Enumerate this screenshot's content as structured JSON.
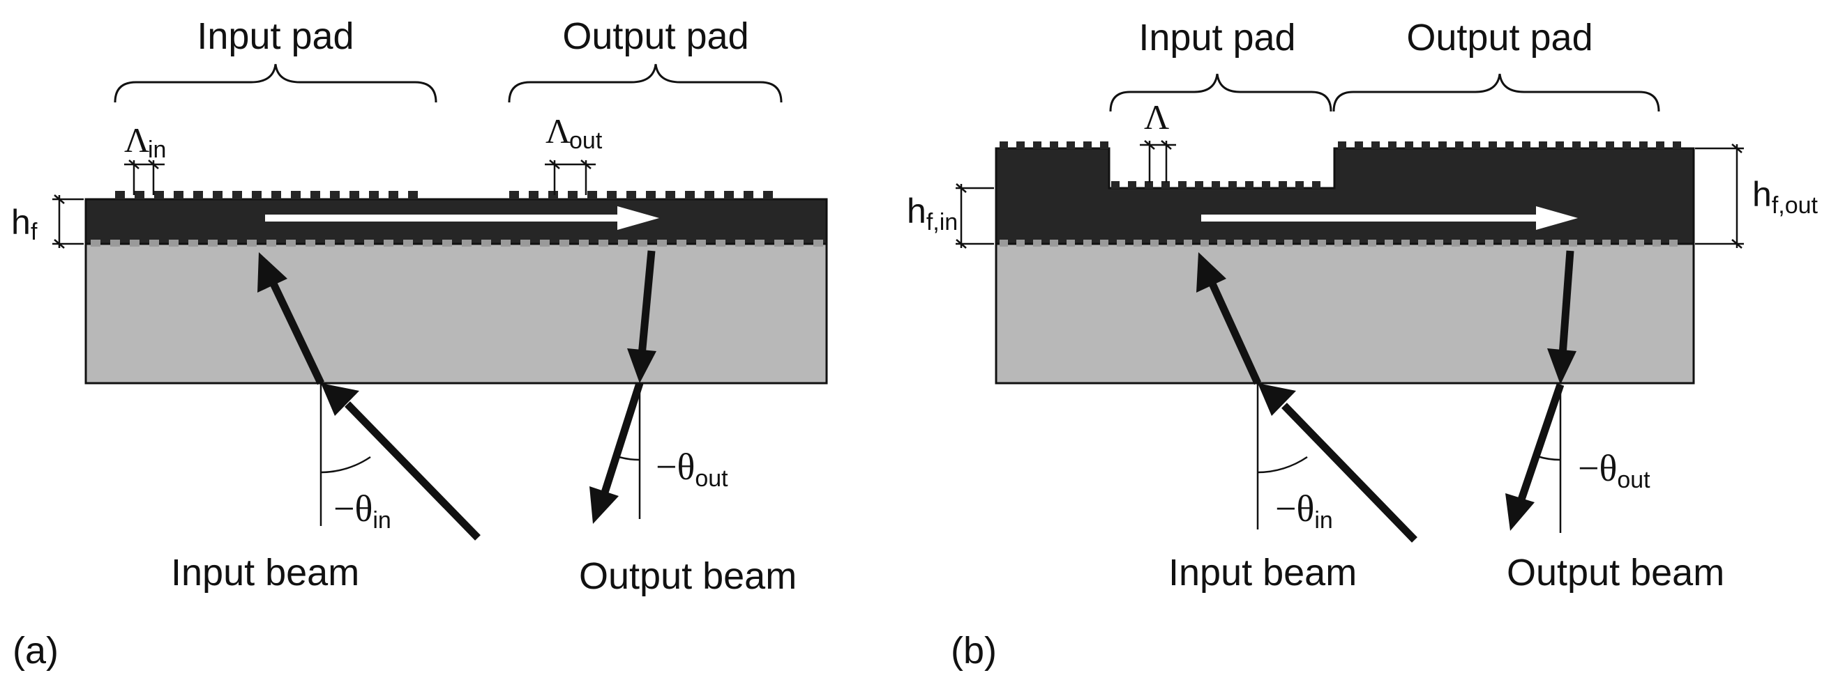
{
  "panel_a": {
    "tag": "(a)",
    "input_pad_label": "Input pad",
    "output_pad_label": "Output pad",
    "period_in_symbol": "Λ",
    "period_in_sub": "in",
    "period_out_symbol": "Λ",
    "period_out_sub": "out",
    "film_height_symbol": "h",
    "film_height_sub": "f",
    "theta_in_prefix": "−θ",
    "theta_in_sub": "in",
    "theta_out_prefix": "−θ",
    "theta_out_sub": "out",
    "input_beam_label": "Input beam",
    "output_beam_label": "Output beam"
  },
  "panel_b": {
    "tag": "(b)",
    "input_pad_label": "Input pad",
    "output_pad_label": "Output pad",
    "period_symbol": "Λ",
    "film_in_symbol": "h",
    "film_in_sub": "f,in",
    "film_out_symbol": "h",
    "film_out_sub": "f,out",
    "theta_in_prefix": "−θ",
    "theta_in_sub": "in",
    "theta_out_prefix": "−θ",
    "theta_out_sub": "out",
    "input_beam_label": "Input beam",
    "output_beam_label": "Output beam"
  },
  "colors": {
    "film": "#262626",
    "substrate": "#b8b8b8",
    "grating_tooth": "#9a9a9a",
    "ink": "#111111",
    "guided_arrow": "#ffffff"
  }
}
